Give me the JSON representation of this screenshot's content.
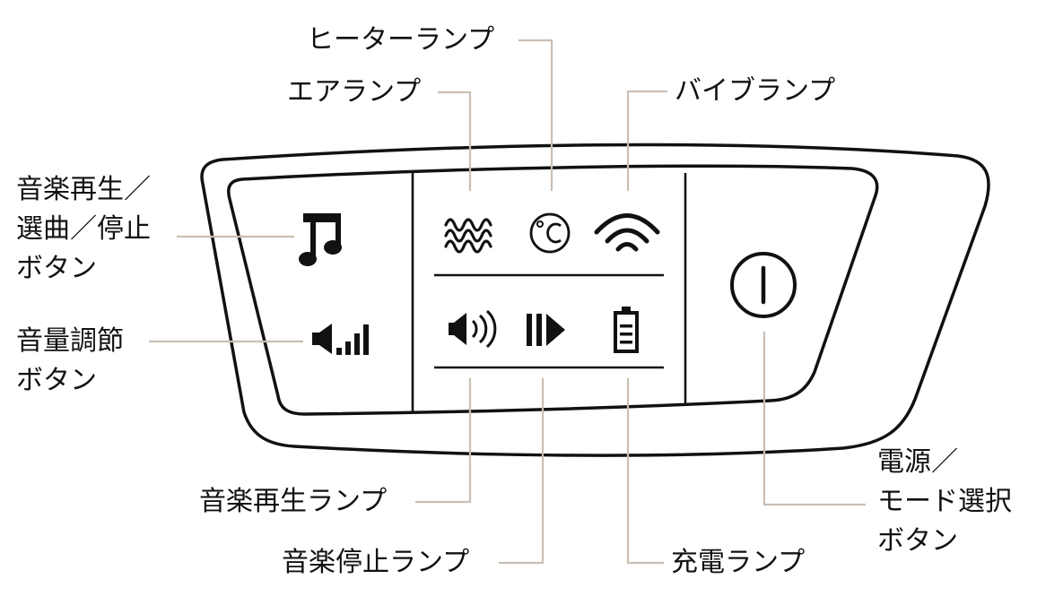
{
  "labels": {
    "heater_lamp": "ヒーターランプ",
    "air_lamp": "エアランプ",
    "vibe_lamp": "バイブランプ",
    "music_button": [
      "音楽再生／",
      "選曲／停止",
      "ボタン"
    ],
    "volume_button": [
      "音量調節",
      "ボタン"
    ],
    "music_play_lamp": "音楽再生ランプ",
    "music_stop_lamp": "音楽停止ランプ",
    "charge_lamp": "充電ランプ",
    "power_button": [
      "電源／",
      "モード選択",
      "ボタン"
    ]
  },
  "icons": {
    "music": "music-note-icon",
    "volume": "volume-level-icon",
    "air": "air-wave-icon",
    "heater": "celsius-icon",
    "vibe": "vibration-signal-icon",
    "speaker": "speaker-icon",
    "play": "play-pause-icon",
    "battery": "battery-icon",
    "power": "power-icon"
  },
  "colors": {
    "outline": "#111111",
    "leader_line": "#c9bfb3",
    "text": "#111111"
  }
}
